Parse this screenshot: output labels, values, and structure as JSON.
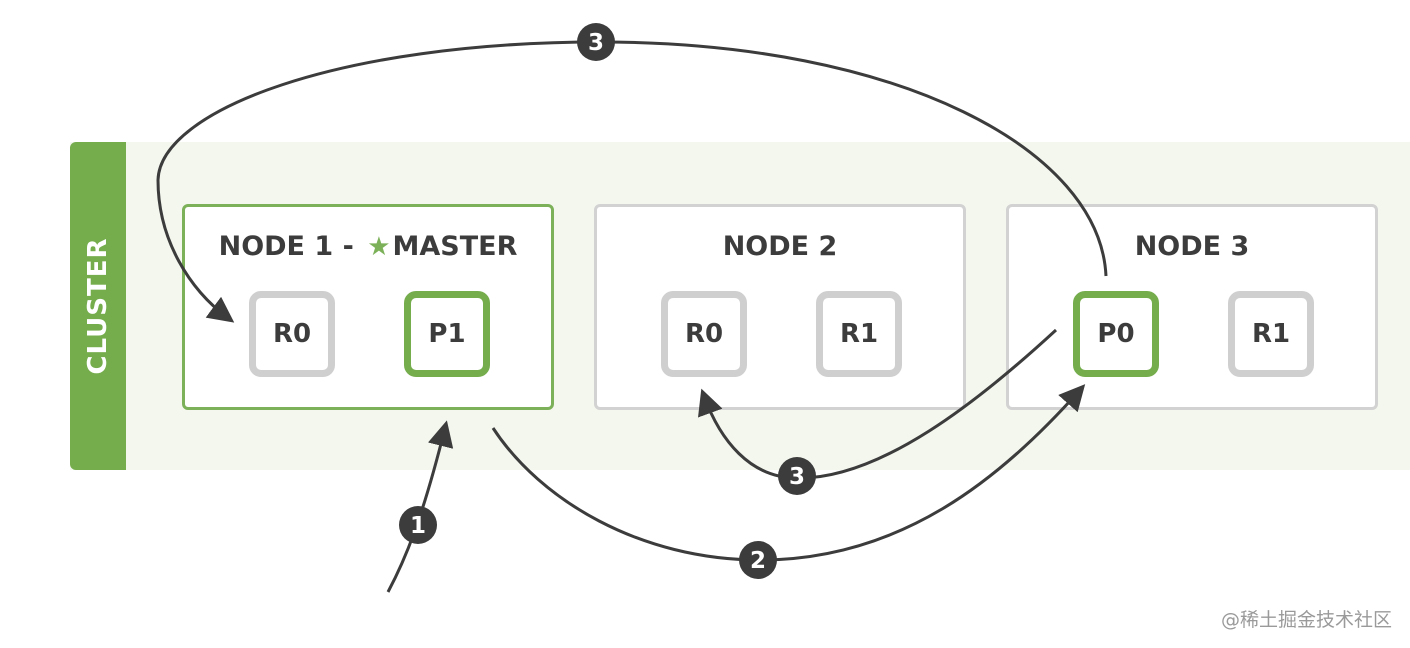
{
  "cluster": {
    "label": "CLUSTER"
  },
  "nodes": [
    {
      "title": "NODE 1 - ",
      "role": "MASTER",
      "role_icon": "star-icon",
      "shards": [
        {
          "label": "R0",
          "kind": "replica"
        },
        {
          "label": "P1",
          "kind": "primary"
        }
      ]
    },
    {
      "title": "NODE 2",
      "shards": [
        {
          "label": "R0",
          "kind": "replica"
        },
        {
          "label": "R1",
          "kind": "replica"
        }
      ]
    },
    {
      "title": "NODE 3",
      "shards": [
        {
          "label": "P0",
          "kind": "primary"
        },
        {
          "label": "R1",
          "kind": "replica"
        }
      ]
    }
  ],
  "steps": [
    {
      "number": "1"
    },
    {
      "number": "2"
    },
    {
      "number": "3"
    },
    {
      "number": "3"
    }
  ],
  "colors": {
    "accent": "#75ad4d",
    "arrow": "#3c3c3c",
    "replica_border": "#cfcfcf",
    "cluster_background": "#f3f7ee"
  },
  "watermark": "@稀土掘金技术社区"
}
